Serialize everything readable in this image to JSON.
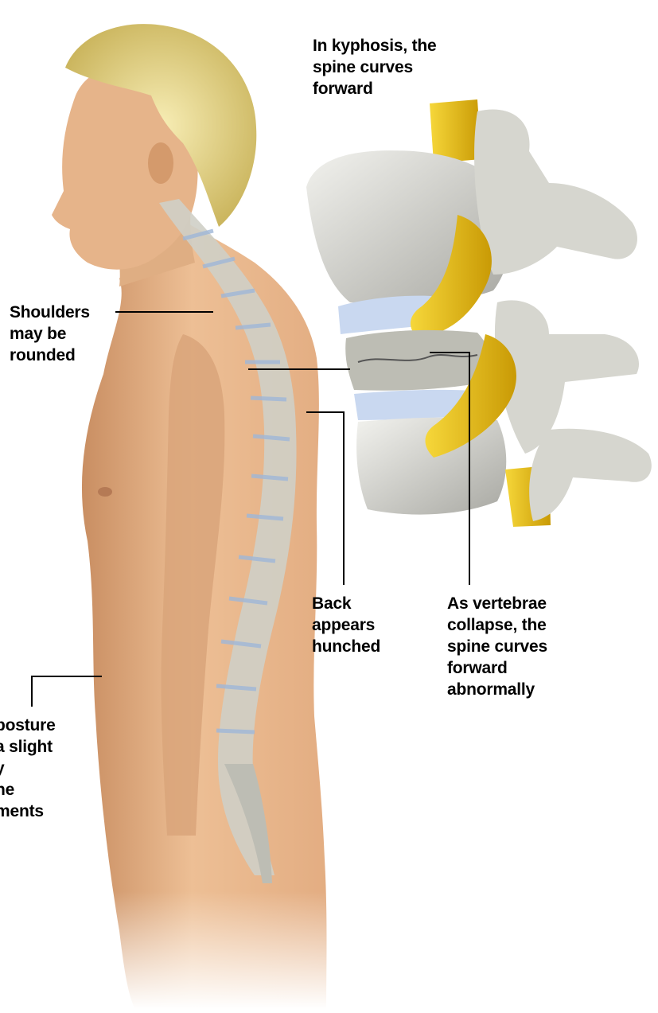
{
  "labels": {
    "title": [
      "In kyphosis, the",
      "spine curves",
      "forward"
    ],
    "shoulders": [
      "Shoulders",
      "may be",
      "rounded"
    ],
    "back": [
      "Back",
      "appears",
      "hunched"
    ],
    "collapse": [
      "As vertebrae",
      "collapse, the",
      "spine curves",
      "forward",
      "abnormally"
    ],
    "posture": [
      "posture",
      "a slight",
      "y",
      "he",
      "ments"
    ]
  },
  "colors": {
    "skin": "#e9b98f",
    "bone": "#dcdcd6",
    "disc": "#c9d8f0",
    "nerve": "#e6bd12",
    "hair": "#e8d98a",
    "leader": "#000000"
  }
}
